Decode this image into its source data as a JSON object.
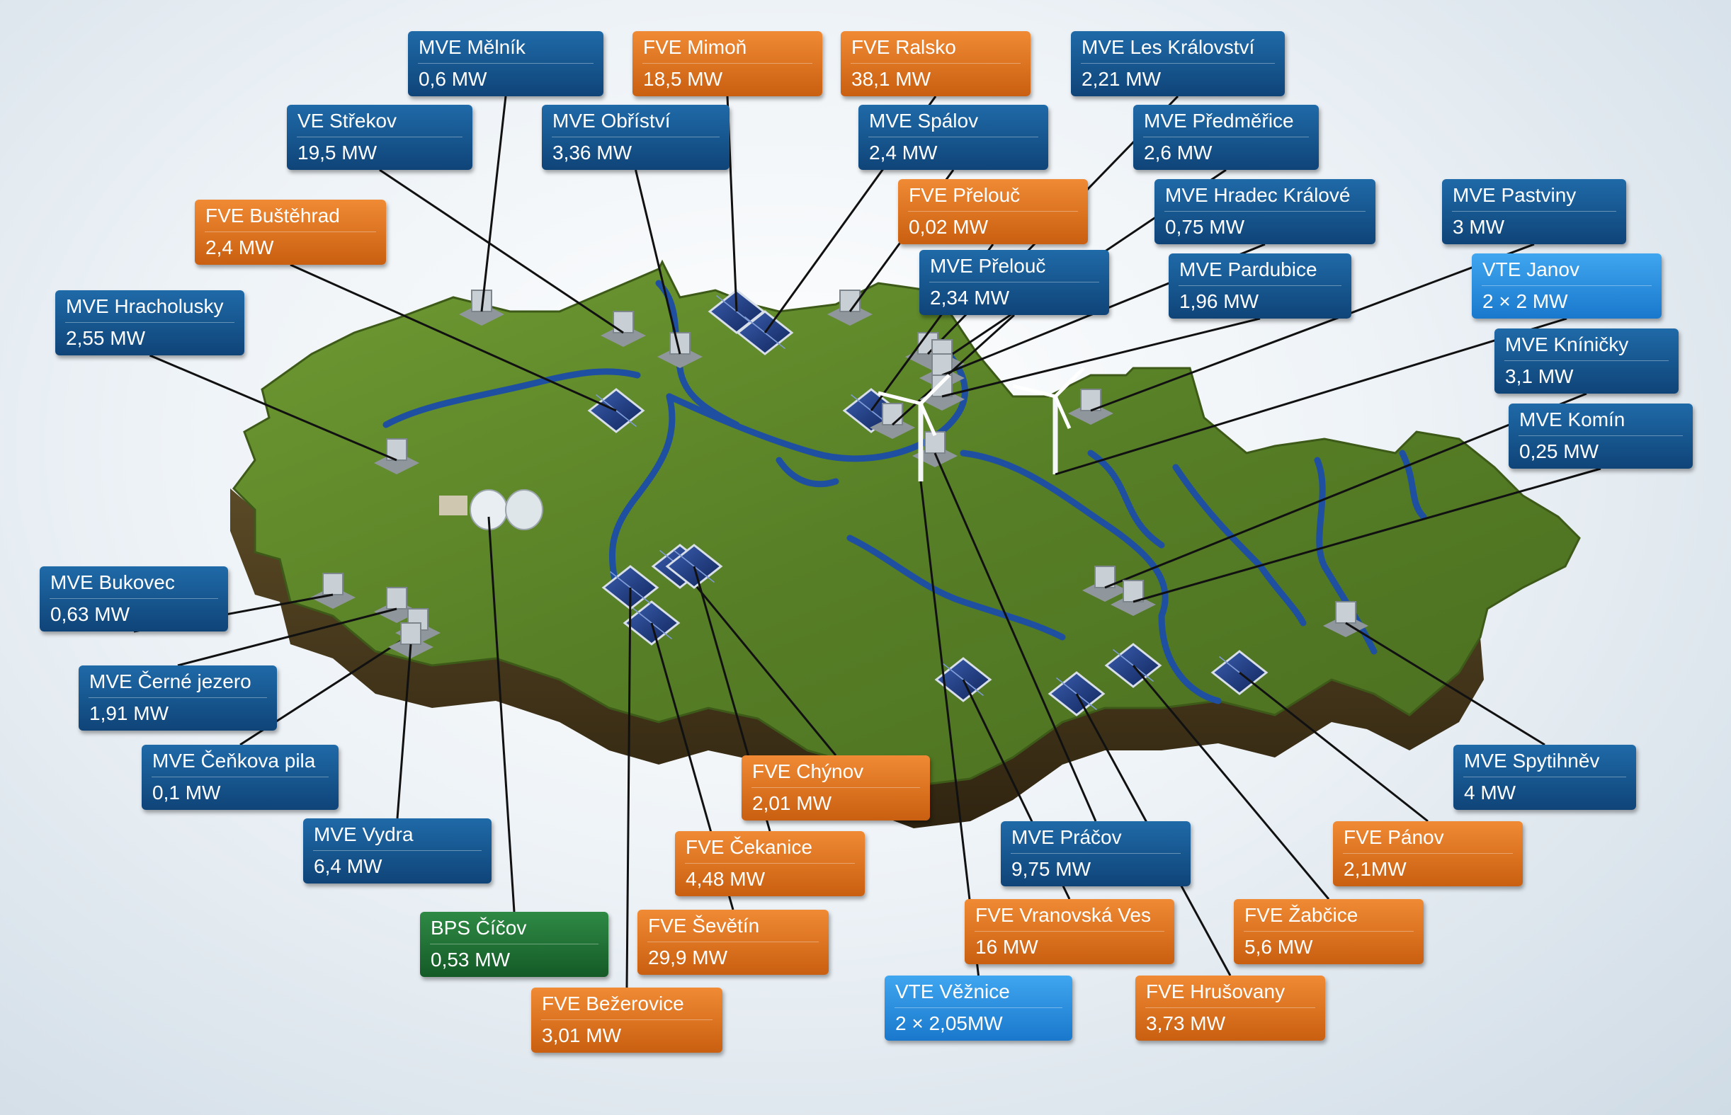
{
  "colors": {
    "hydro": "#15558f",
    "solar": "#e07424",
    "wind": "#2a8fe0",
    "bio": "#1e6e35",
    "land": "#5e8a2c",
    "river": "#1f4fa0"
  },
  "legend_types": {
    "MVE": "hydro",
    "VE": "hydro",
    "FVE": "solar",
    "VTE": "wind",
    "BPS": "bio"
  },
  "plants": [
    {
      "name": "MVE Mělník",
      "value": "0,6 MW",
      "type": "hydro",
      "icon": "water-turbine-icon"
    },
    {
      "name": "FVE Mimoň",
      "value": "18,5 MW",
      "type": "solar",
      "icon": "solar-panel-icon"
    },
    {
      "name": "FVE Ralsko",
      "value": "38,1 MW",
      "type": "solar",
      "icon": "solar-panel-icon"
    },
    {
      "name": "MVE Les Království",
      "value": "2,21 MW",
      "type": "hydro",
      "icon": "water-turbine-icon"
    },
    {
      "name": "VE Střekov",
      "value": "19,5 MW",
      "type": "hydro",
      "icon": "water-turbine-icon"
    },
    {
      "name": "MVE Obříství",
      "value": "3,36 MW",
      "type": "hydro",
      "icon": "water-turbine-icon"
    },
    {
      "name": "MVE Spálov",
      "value": "2,4 MW",
      "type": "hydro",
      "icon": "water-turbine-icon"
    },
    {
      "name": "MVE Předměřice",
      "value": "2,6 MW",
      "type": "hydro",
      "icon": "water-turbine-icon"
    },
    {
      "name": "FVE Přelouč",
      "value": "0,02 MW",
      "type": "solar",
      "icon": "solar-panel-icon"
    },
    {
      "name": "MVE Hradec Králové",
      "value": "0,75 MW",
      "type": "hydro",
      "icon": "water-turbine-icon"
    },
    {
      "name": "MVE Pastviny",
      "value": "3 MW",
      "type": "hydro",
      "icon": "water-turbine-icon"
    },
    {
      "name": "FVE Buštěhrad",
      "value": "2,4 MW",
      "type": "solar",
      "icon": "solar-panel-icon"
    },
    {
      "name": "MVE Přelouč",
      "value": "2,34 MW",
      "type": "hydro",
      "icon": "water-turbine-icon"
    },
    {
      "name": "MVE Pardubice",
      "value": "1,96 MW",
      "type": "hydro",
      "icon": "water-turbine-icon"
    },
    {
      "name": "VTE Janov",
      "value": "2 × 2 MW",
      "type": "wind",
      "icon": "wind-turbine-icon"
    },
    {
      "name": "MVE Hracholusky",
      "value": "2,55 MW",
      "type": "hydro",
      "icon": "water-turbine-icon"
    },
    {
      "name": "MVE Kníničky",
      "value": "3,1 MW",
      "type": "hydro",
      "icon": "water-turbine-icon"
    },
    {
      "name": "MVE Komín",
      "value": "0,25 MW",
      "type": "hydro",
      "icon": "water-turbine-icon"
    },
    {
      "name": "MVE Bukovec",
      "value": "0,63 MW",
      "type": "hydro",
      "icon": "water-turbine-icon"
    },
    {
      "name": "MVE Černé jezero",
      "value": "1,91 MW",
      "type": "hydro",
      "icon": "water-turbine-icon"
    },
    {
      "name": "MVE Čeňkova pila",
      "value": "0,1 MW",
      "type": "hydro",
      "icon": "water-turbine-icon"
    },
    {
      "name": "FVE Chýnov",
      "value": "2,01 MW",
      "type": "solar",
      "icon": "solar-panel-icon"
    },
    {
      "name": "MVE Spytihněv",
      "value": "4 MW",
      "type": "hydro",
      "icon": "water-turbine-icon"
    },
    {
      "name": "MVE Vydra",
      "value": "6,4 MW",
      "type": "hydro",
      "icon": "water-turbine-icon"
    },
    {
      "name": "MVE Práčov",
      "value": "9,75 MW",
      "type": "hydro",
      "icon": "water-turbine-icon"
    },
    {
      "name": "FVE Pánov",
      "value": "2,1MW",
      "type": "solar",
      "icon": "solar-panel-icon"
    },
    {
      "name": "FVE Čekanice",
      "value": "4,48 MW",
      "type": "solar",
      "icon": "solar-panel-icon"
    },
    {
      "name": "BPS Číčov",
      "value": "0,53 MW",
      "type": "bio",
      "icon": "biogas-plant-icon"
    },
    {
      "name": "FVE Ševětín",
      "value": "29,9 MW",
      "type": "solar",
      "icon": "solar-panel-icon"
    },
    {
      "name": "FVE Vranovská Ves",
      "value": "16 MW",
      "type": "solar",
      "icon": "solar-panel-icon"
    },
    {
      "name": "FVE Žabčice",
      "value": "5,6 MW",
      "type": "solar",
      "icon": "solar-panel-icon"
    },
    {
      "name": "VTE Věžnice",
      "value": "2 × 2,05MW",
      "type": "wind",
      "icon": "wind-turbine-icon"
    },
    {
      "name": "FVE Hrušovany",
      "value": "3,73 MW",
      "type": "solar",
      "icon": "solar-panel-icon"
    },
    {
      "name": "FVE Bežerovice",
      "value": "3,01 MW",
      "type": "solar",
      "icon": "solar-panel-icon"
    }
  ]
}
